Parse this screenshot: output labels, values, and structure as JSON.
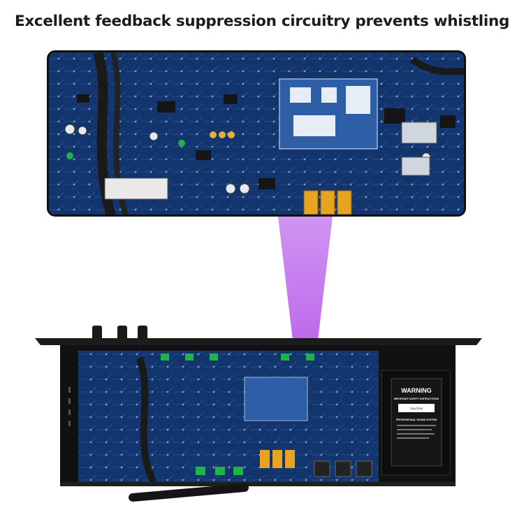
{
  "headline": "Excellent feedback suppression circuitry prevents whistling",
  "warning_label": {
    "title": "WARNING",
    "subtitle": "IMPORTANT SAFETY INSTRUCTIONS",
    "caution": "CAUTION",
    "system": "PROFESSIONAL SOUND SYSTEM"
  },
  "colors": {
    "pcb_blue": "#12356e",
    "beam_purple": "#b13fe8",
    "chassis_black": "#111111",
    "capacitor_yellow": "#e8a320"
  }
}
